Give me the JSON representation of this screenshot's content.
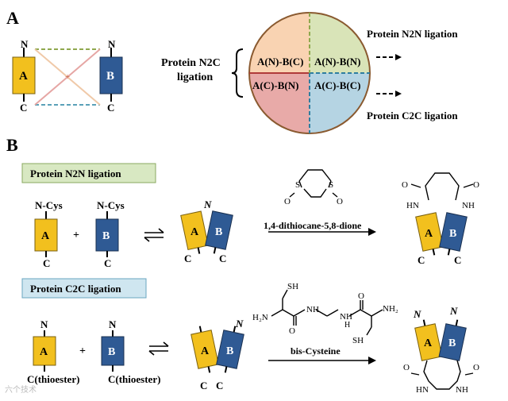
{
  "panel_a": {
    "label": "A",
    "prot_a_label": "A",
    "prot_b_label": "B",
    "n_label": "N",
    "c_label": "C",
    "n2c_title_line1": "Protein N2C",
    "n2c_title_line2": "ligation",
    "quadrants": [
      "A(N)-B(C)",
      "A(N)-B(N)",
      "A(C)-B(N)",
      "A(C)-B(C)"
    ],
    "n2n_text": "Protein N2N ligation",
    "c2c_text": "Protein C2C ligation",
    "colors": {
      "prot_a": "#f2c01e",
      "prot_b": "#2f5a94",
      "q1": "#f9d3b2",
      "q2": "#d9e4b8",
      "q3": "#e8aaa8",
      "q4": "#b5d4e3"
    }
  },
  "panel_b": {
    "label": "B",
    "n2n": {
      "header": "Protein N2N ligation",
      "ncys": "N-Cys",
      "plus": "+",
      "a": "A",
      "b": "B",
      "c": "C",
      "n": "N",
      "arrow_label": "1,4-dithiocane-5,8-dione",
      "s": "S",
      "o": "O",
      "hn": "HN",
      "nh": "NH"
    },
    "c2c": {
      "header": "Protein C2C ligation",
      "thioester": "C(thioester)",
      "plus": "+",
      "a": "A",
      "b": "B",
      "c": "C",
      "n": "N",
      "arrow_label": "bis-Cysteine",
      "sh": "SH",
      "h2n": "H₂N",
      "nh2": "NH₂",
      "nh": "NH",
      "hn": "HN",
      "h": "H",
      "o": "O"
    },
    "colors": {
      "n2n_header_bg": "#d8e8c2",
      "c2c_header_bg": "#cfe6f0"
    }
  },
  "watermark": "六个技术"
}
